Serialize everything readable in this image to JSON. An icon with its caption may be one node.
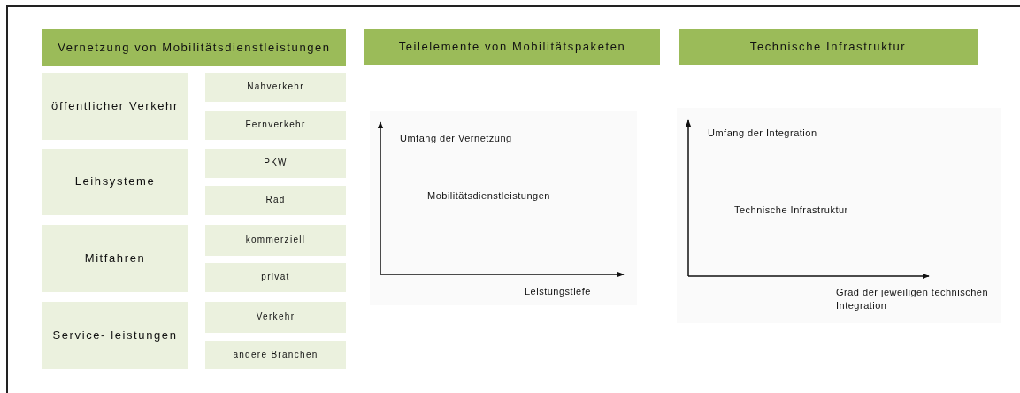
{
  "diagram": {
    "nodes": [
      {
        "text": [
          "Vernetzung von Mobilitätsdienstleistungen"
        ]
      },
      {
        "text": [
          "Teilelemente von Mobilitätspaketen"
        ]
      },
      {
        "text": [
          "Technische Infrastruktur"
        ]
      },
      {
        "text": [
          "öffentlicher Verkehr"
        ]
      },
      {
        "text": [
          "Nahverkehr"
        ]
      },
      {
        "text": [
          "Fernverkehr"
        ]
      },
      {
        "text": [
          "Leihsysteme"
        ]
      },
      {
        "text": [
          "PKW"
        ]
      },
      {
        "text": [
          "Rad"
        ]
      },
      {
        "text": [
          "Mitfahren"
        ]
      },
      {
        "text": [
          "kommerziell"
        ]
      },
      {
        "text": [
          "privat"
        ]
      },
      {
        "text": [
          "Service- leistungen"
        ]
      },
      {
        "text": [
          "Verkehr"
        ]
      },
      {
        "text": [
          "andere Branchen"
        ]
      }
    ],
    "labels": [
      "Umfang der Vernetzung",
      "Mobilitätsdienstleistungen",
      "Leistungstiefe",
      "Umfang der Integration",
      "Technische Infrastruktur",
      "Grad der jeweiligen technischen Integration"
    ]
  }
}
